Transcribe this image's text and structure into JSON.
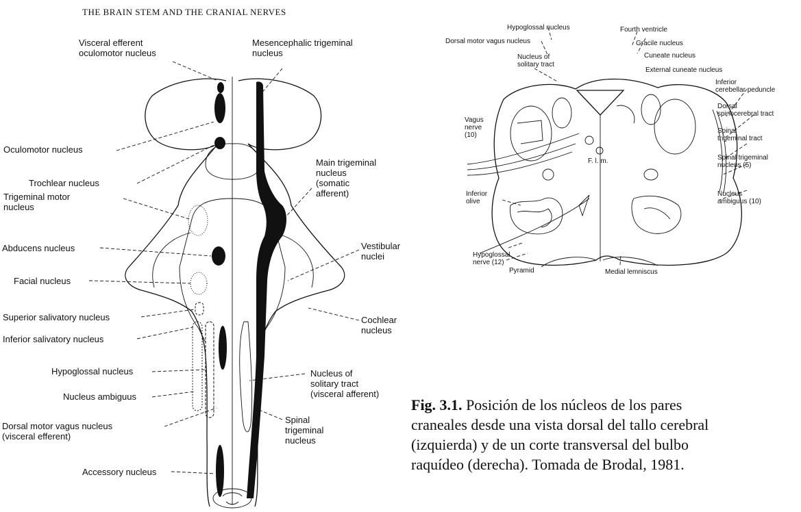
{
  "header": "THE BRAIN STEM AND THE CRANIAL NERVES",
  "left_labels": {
    "visceral_efferent_oculomotor": "Visceral efferent\noculomotor nucleus",
    "mesencephalic_trigeminal": "Mesencephalic trigeminal\nnucleus",
    "oculomotor": "Oculomotor nucleus",
    "trochlear": "Trochlear nucleus",
    "main_trigeminal": "Main trigeminal\nnucleus\n(somatic\nafferent)",
    "trigeminal_motor": "Trigeminal motor\nnucleus",
    "abducens": "Abducens nucleus",
    "vestibular": "Vestibular\nnuclei",
    "facial": "Facial nucleus",
    "superior_salivatory": "Superior salivatory nucleus",
    "cochlear": "Cochlear\nnucleus",
    "inferior_salivatory": "Inferior salivatory nucleus",
    "hypoglossal": "Hypoglossal nucleus",
    "solitary_tract": "Nucleus of\nsolitary tract\n(visceral afferent)",
    "ambiguus": "Nucleus ambiguus",
    "dorsal_motor_vagus": "Dorsal motor vagus nucleus\n(visceral efferent)",
    "spinal_trigeminal": "Spinal\ntrigeminal\nnucleus",
    "accessory": "Accessory nucleus"
  },
  "right_labels": {
    "hypoglossal_nucleus": "Hypoglossal nucleus",
    "fourth_ventricle": "Fourth ventricle",
    "dorsal_motor_vagus": "Dorsal motor vagus nucleus",
    "gracile": "Gracile nucleus",
    "cuneate": "Cuneate nucleus",
    "solitary": "Nucleus of\nsolitary tract",
    "external_cuneate": "External cuneate nucleus",
    "inferior_cerebellar": "Inferior\ncerebellar peduncle",
    "vagus_nerve": "Vagus\nnerve\n(10)",
    "dorsal_spinocerebral": "Dorsal\nspinocerebral tract",
    "spinal_trigeminal_tract": "Spinal\ntrigeminal tract",
    "flm": "F. l. m.",
    "spinal_trigeminal_nucleus": "Spinal trigeminal\nnucleus (5)",
    "inferior_olive": "Inferior\nolive",
    "nucleus_ambiguus": "Nucleus\nambiguus (10)",
    "hypoglossal_nerve": "Hypoglossal\nnerve (12)",
    "pyramid": "Pyramid",
    "medial_lemniscus": "Medial lemniscus"
  },
  "caption": {
    "bold": "Fig. 3.1.",
    "line1": " Posición de los núcleos de los pares",
    "line2": "craneales desde una vista dorsal del tallo cerebral",
    "line3": "(izquierda) y de un corte transversal del bulbo",
    "line4": "raquídeo (derecha). Tomada de Brodal, 1981."
  }
}
